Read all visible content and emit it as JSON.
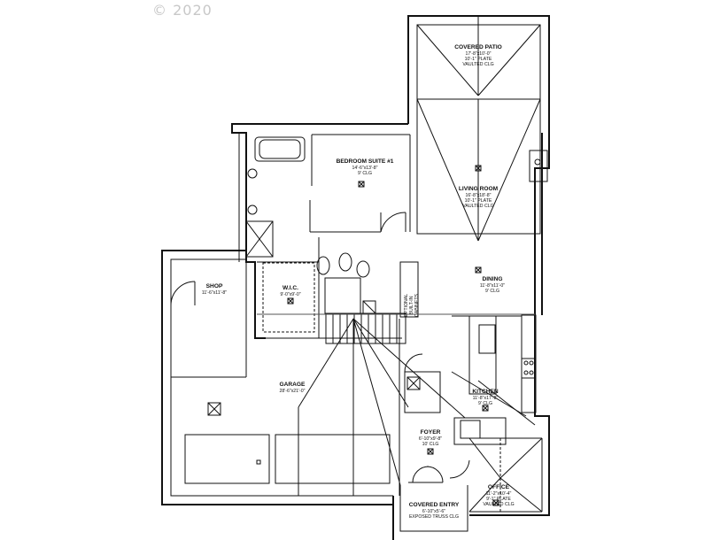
{
  "watermark": "© 2020",
  "rooms": {
    "covered_patio": {
      "name": "COVERED PATIO",
      "size": "17'-8\"x10'-0\"",
      "notes": [
        "10'-1\" PLATE",
        "VAULTED CLG"
      ]
    },
    "bedroom_suite": {
      "name": "BEDROOM SUITE #1",
      "size": "14'-6\"x13'-8\"",
      "notes": [
        "9' CLG"
      ]
    },
    "living_room": {
      "name": "LIVING ROOM",
      "size": "16'-8\"x18'-8\"",
      "notes": [
        "10'-1\" PLATE",
        "VAULTED CLG"
      ]
    },
    "shop": {
      "name": "SHOP",
      "size": "11'-6\"x11'-8\""
    },
    "wic": {
      "name": "W.I.C.",
      "size": "9'-0\"x9'-0\""
    },
    "dining": {
      "name": "DINING",
      "size": "11'-8\"x11'-0\"",
      "notes": [
        "9' CLG"
      ]
    },
    "optional_cabinets": {
      "lines": [
        "OPTIONAL",
        "BUILT-IN",
        "CABINETS"
      ]
    },
    "garage": {
      "name": "GARAGE",
      "size": "28'-6\"x21'-0\""
    },
    "kitchen": {
      "name": "KITCHEN",
      "size": "11'-8\"x17'-8\"",
      "notes": [
        "9' CLG"
      ]
    },
    "foyer": {
      "name": "FOYER",
      "size": "6'-10\"x9'-8\"",
      "notes": [
        "10' CLG"
      ]
    },
    "office": {
      "name": "OFFICE",
      "size": "11'-2\"x10'-4\"",
      "notes": [
        "9'-1\" PLATE",
        "VAULTED CLG"
      ]
    },
    "covered_entry": {
      "name": "COVERED ENTRY",
      "size": "6'-10\"x5'-6\"",
      "notes": [
        "EXPOSED TRUSS CLG"
      ]
    }
  }
}
